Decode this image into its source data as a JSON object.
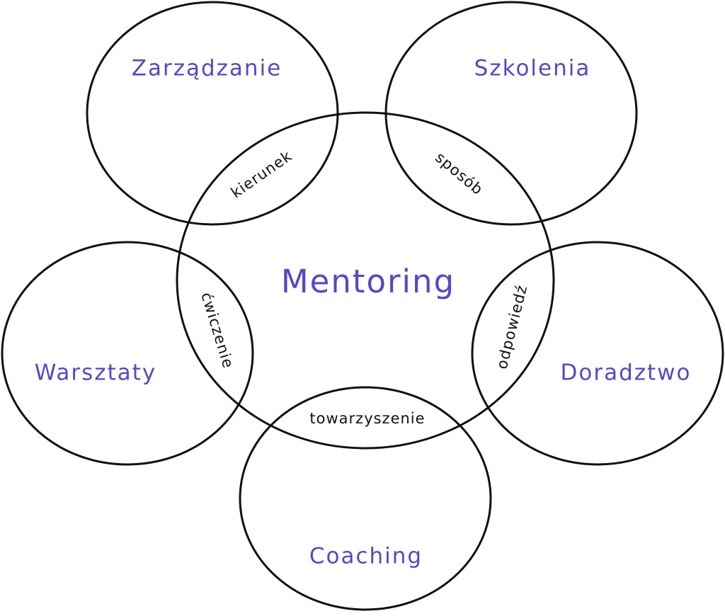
{
  "colors": {
    "label": "#5b45c8",
    "stroke": "#111111",
    "overlap_text": "#111111"
  },
  "center": {
    "label": "Mentoring"
  },
  "areas": [
    {
      "key": "zarzadzanie",
      "label": "Zarządzanie",
      "overlap": "kierunek"
    },
    {
      "key": "szkolenia",
      "label": "Szkolenia",
      "overlap": "sposób"
    },
    {
      "key": "doradztwo",
      "label": "Doradztwo",
      "overlap": "odpowiedź"
    },
    {
      "key": "coaching",
      "label": "Coaching",
      "overlap": "towarzyszenie"
    },
    {
      "key": "warsztaty",
      "label": "Warsztaty",
      "overlap": "ćwiczenie"
    }
  ]
}
